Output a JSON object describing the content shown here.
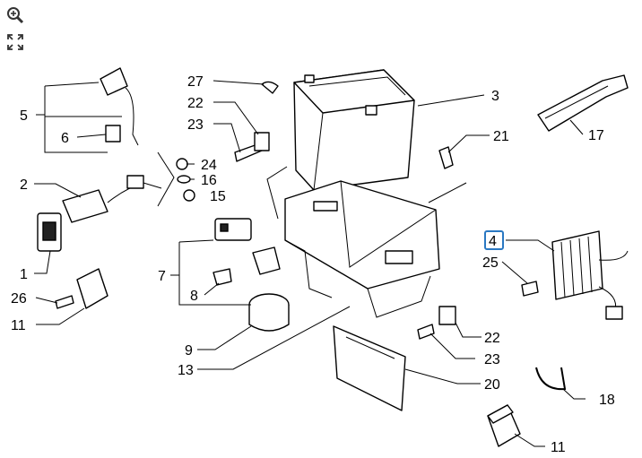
{
  "toolbar": {
    "zoom_icon": "zoom-in-icon",
    "fit_icon": "fit-screen-icon"
  },
  "highlight_color": "#2a78c2",
  "callouts": [
    {
      "id": "c27",
      "text": "27"
    },
    {
      "id": "c22a",
      "text": "22"
    },
    {
      "id": "c23a",
      "text": "23"
    },
    {
      "id": "c24",
      "text": "24"
    },
    {
      "id": "c16",
      "text": "16"
    },
    {
      "id": "c15",
      "text": "15"
    },
    {
      "id": "c3",
      "text": "3"
    },
    {
      "id": "c21",
      "text": "21"
    },
    {
      "id": "c5",
      "text": "5"
    },
    {
      "id": "c6",
      "text": "6"
    },
    {
      "id": "c2",
      "text": "2"
    },
    {
      "id": "c1",
      "text": "1"
    },
    {
      "id": "c26",
      "text": "26"
    },
    {
      "id": "c11a",
      "text": "11"
    },
    {
      "id": "c7",
      "text": "7"
    },
    {
      "id": "c8",
      "text": "8"
    },
    {
      "id": "c9",
      "text": "9"
    },
    {
      "id": "c13",
      "text": "13"
    },
    {
      "id": "c4",
      "text": "4"
    },
    {
      "id": "c25",
      "text": "25"
    },
    {
      "id": "c17",
      "text": "17"
    },
    {
      "id": "c22b",
      "text": "22"
    },
    {
      "id": "c23b",
      "text": "23"
    },
    {
      "id": "c20",
      "text": "20"
    },
    {
      "id": "c18",
      "text": "18"
    },
    {
      "id": "c11b",
      "text": "11"
    }
  ]
}
